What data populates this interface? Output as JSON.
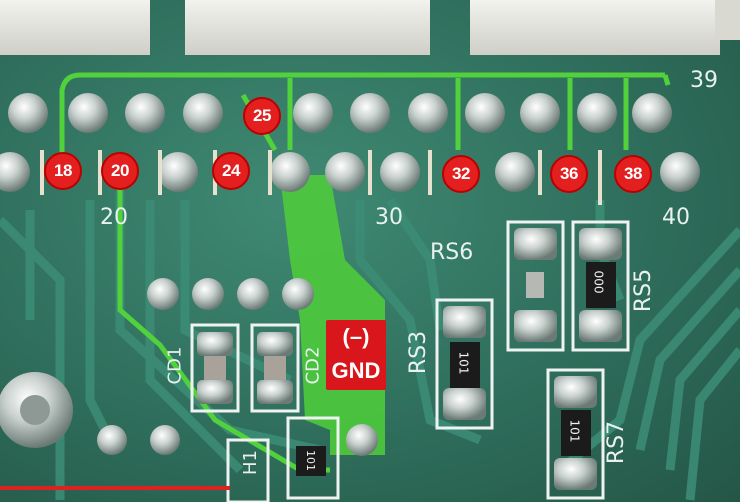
{
  "pin_labels": [
    "18",
    "20",
    "24",
    "25",
    "32",
    "36",
    "38"
  ],
  "silkscreen": {
    "n39": "39",
    "n20": "20",
    "n30": "30",
    "n40": "40",
    "rs6": "RS6",
    "rs5": "RS5",
    "rs3": "RS3",
    "rs7": "RS7",
    "cd1": "CD1",
    "cd2": "CD2",
    "h1": "H1"
  },
  "gnd": {
    "polarity": "(–)",
    "label": "GND"
  },
  "resistor_marks": [
    "000",
    "101",
    "101",
    "101"
  ],
  "colors": {
    "board_green": "#2f6e5c",
    "gnd_highlight": "#51d13c",
    "badge_red": "#e41f1f",
    "pad_silver": "#d9dedc"
  }
}
